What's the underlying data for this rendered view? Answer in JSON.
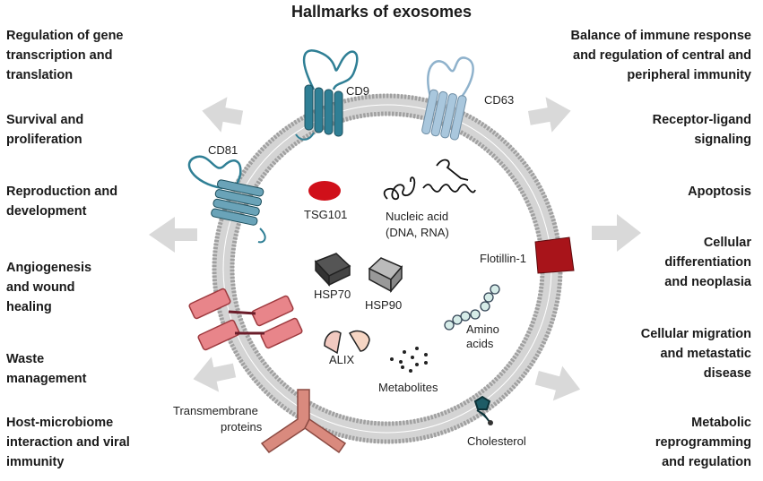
{
  "title": "Hallmarks of exosomes",
  "left_functions": [
    [
      "Regulation of gene",
      "transcription and",
      "translation"
    ],
    [
      "Survival and",
      "proliferation"
    ],
    [
      "Reproduction and",
      "development"
    ],
    [
      "Angiogenesis",
      "and wound",
      "healing"
    ],
    [
      "Waste",
      "management"
    ],
    [
      "Host-microbiome",
      "interaction and viral",
      "immunity"
    ]
  ],
  "right_functions": [
    [
      "Balance of immune response",
      "and regulation of central and",
      "peripheral immunity"
    ],
    [
      "Receptor-ligand",
      "signaling"
    ],
    [
      "Apoptosis"
    ],
    [
      "Cellular",
      "differentiation",
      "and neoplasia"
    ],
    [
      "Cellular migration",
      "and metastatic",
      "disease"
    ],
    [
      "Metabolic",
      "reprogramming",
      "and regulation"
    ]
  ],
  "components": {
    "cd9": "CD9",
    "cd63": "CD63",
    "cd81": "CD81",
    "tsg101": "TSG101",
    "nucleic_acid": [
      "Nucleic acid",
      "(DNA, RNA)"
    ],
    "flotillin": "Flotillin-1",
    "hsp70": "HSP70",
    "hsp90": "HSP90",
    "amino_acids": [
      "Amino",
      "acids"
    ],
    "alix": "ALIX",
    "metabolites": "Metabolites",
    "transmembrane": [
      "Transmembrane",
      "proteins"
    ],
    "cholesterol": "Cholesterol"
  },
  "colors": {
    "membrane": "#a9a9a9",
    "tetraspanin_dark": "#2f7f95",
    "tetraspanin_light": "#a9c7dd",
    "tsg101": "#d0101a",
    "flotillin": "#a8141a",
    "transmembrane": "#e08a80",
    "amino": "#d6ece8"
  }
}
